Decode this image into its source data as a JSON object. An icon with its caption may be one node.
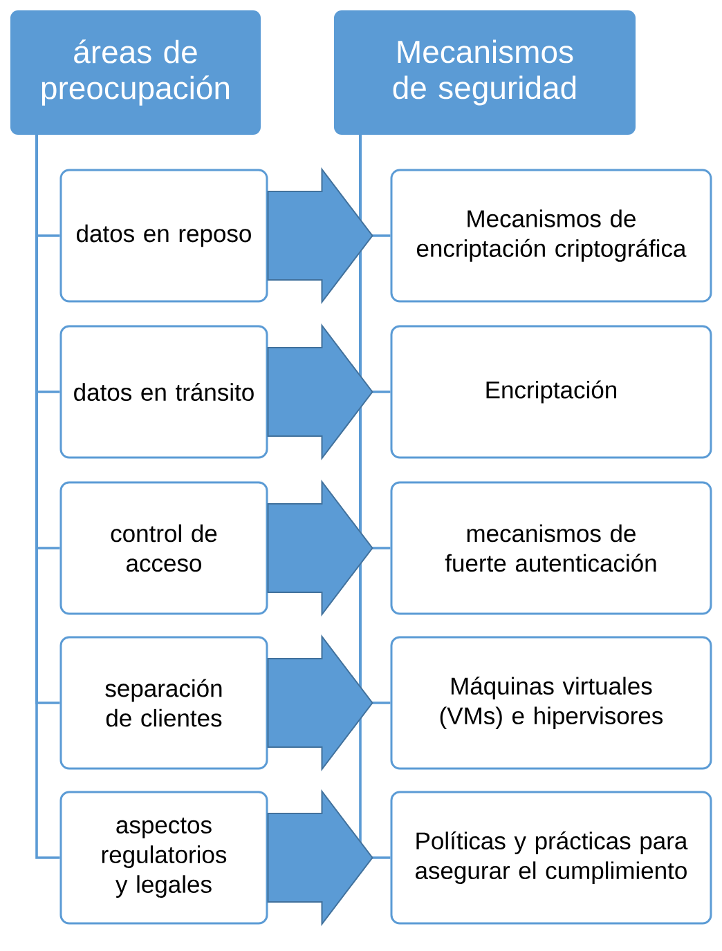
{
  "diagram": {
    "nodes": [
      {
        "text": [
          "áreas de preocupación"
        ]
      },
      {
        "text": [
          "Mecanismos de seguridad"
        ]
      },
      {
        "text": [
          "datos en reposo"
        ]
      },
      {
        "text": [
          "Mecanismos de encriptación criptográfica"
        ]
      },
      {
        "text": [
          "datos en tránsito"
        ]
      },
      {
        "text": [
          "Encriptación"
        ]
      },
      {
        "text": [
          "control de acceso"
        ]
      },
      {
        "text": [
          "mecanismos de fuerte autenticación"
        ]
      },
      {
        "text": [
          "separación de clientes"
        ]
      },
      {
        "text": [
          "Máquinas virtuales (VMs) e hipervisores"
        ]
      },
      {
        "text": [
          "aspectos regulatorios y legales"
        ]
      },
      {
        "text": [
          "Políticas y prácticas para asegurar el cumplimiento"
        ]
      }
    ],
    "edges": [
      {
        "from": 0,
        "to": 2,
        "arrow": "none"
      },
      {
        "from": 0,
        "to": 4,
        "arrow": "none"
      },
      {
        "from": 0,
        "to": 6,
        "arrow": "none"
      },
      {
        "from": 0,
        "to": 8,
        "arrow": "none"
      },
      {
        "from": 0,
        "to": 10,
        "arrow": "none"
      },
      {
        "from": 1,
        "to": 3,
        "arrow": "none"
      },
      {
        "from": 1,
        "to": 5,
        "arrow": "none"
      },
      {
        "from": 1,
        "to": 7,
        "arrow": "none"
      },
      {
        "from": 1,
        "to": 9,
        "arrow": "none"
      },
      {
        "from": 1,
        "to": 11,
        "arrow": "none"
      },
      {
        "from": 2,
        "to": 3,
        "arrow": "to"
      },
      {
        "from": 4,
        "to": 5,
        "arrow": "to"
      },
      {
        "from": 6,
        "to": 7,
        "arrow": "to"
      },
      {
        "from": 8,
        "to": 9,
        "arrow": "to"
      },
      {
        "from": 10,
        "to": 11,
        "arrow": "to"
      }
    ]
  }
}
